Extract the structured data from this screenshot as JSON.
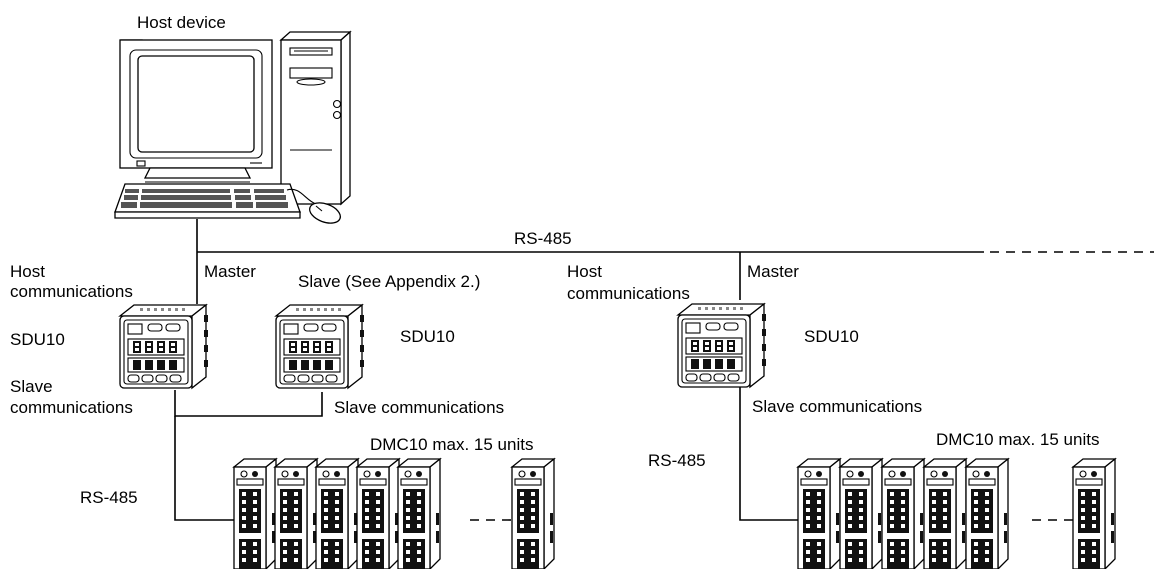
{
  "labels": {
    "host_device": "Host device",
    "rs485_bus": "RS-485",
    "left": {
      "host_comm_1": "Host",
      "host_comm_2": "communications",
      "master": "Master",
      "slave_note": "Slave (See Appendix 2.)",
      "sdu_master": "SDU10",
      "sdu_slave": "SDU10",
      "slave_comm_1": "Slave",
      "slave_comm_2": "communications",
      "slave_comm_right": "Slave communications",
      "dmc_count": "DMC10 max. 15 units",
      "rs485": "RS-485"
    },
    "right": {
      "host_comm_1": "Host",
      "host_comm_2": "communications",
      "master": "Master",
      "sdu": "SDU10",
      "slave_comm": "Slave communications",
      "dmc_count": "DMC10 max. 15 units",
      "rs485": "RS-485"
    }
  },
  "icons": [
    "computer-icon",
    "sdu10-controller-icon",
    "dmc10-module-icon"
  ]
}
